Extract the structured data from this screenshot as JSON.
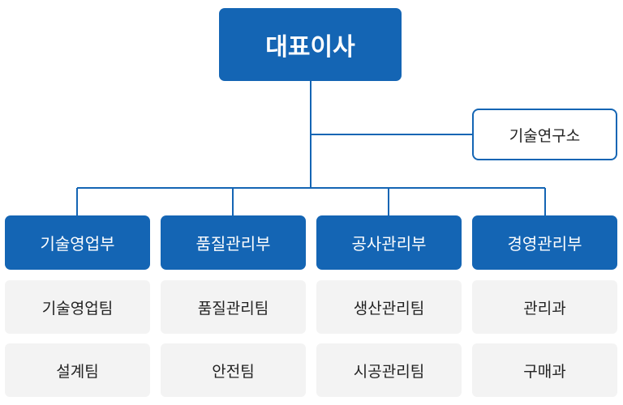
{
  "ceo": "대표이사",
  "lab": "기술연구소",
  "departments": [
    {
      "name": "기술영업부",
      "teams": [
        "기술영업팀",
        "설계팀"
      ]
    },
    {
      "name": "품질관리부",
      "teams": [
        "품질관리팀",
        "안전팀"
      ]
    },
    {
      "name": "공사관리부",
      "teams": [
        "생산관리팀",
        "시공관리팀"
      ]
    },
    {
      "name": "경영관리부",
      "teams": [
        "관리과",
        "구매과"
      ]
    }
  ],
  "colors": {
    "primary": "#1465b4",
    "team_bg": "#f3f3f3",
    "text_dark": "#222222"
  }
}
